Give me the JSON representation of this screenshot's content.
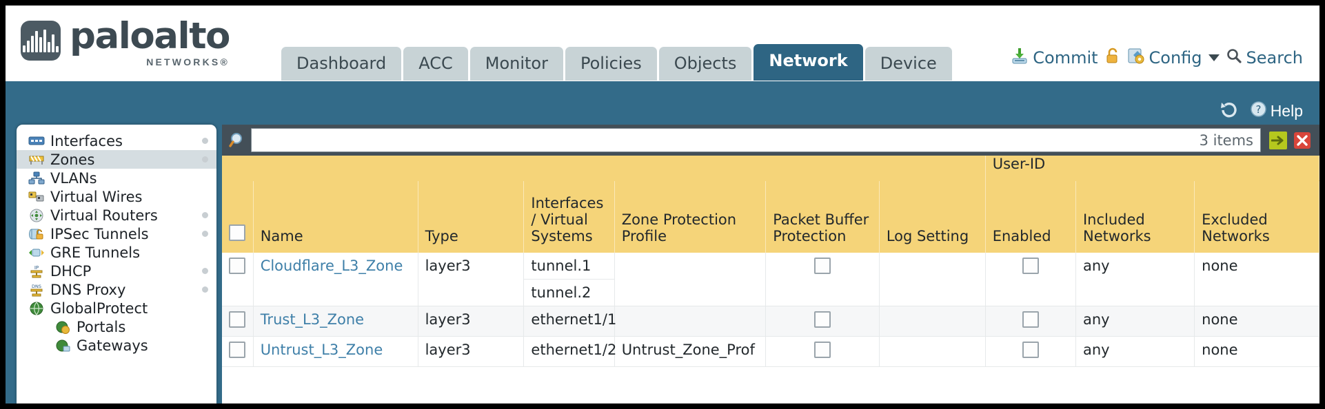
{
  "brand": {
    "name": "paloalto",
    "tagline": "NETWORKS®",
    "logo_icon": "paloalto-waveform-logo"
  },
  "nav": {
    "tabs": [
      {
        "label": "Dashboard",
        "active": false
      },
      {
        "label": "ACC",
        "active": false
      },
      {
        "label": "Monitor",
        "active": false
      },
      {
        "label": "Policies",
        "active": false
      },
      {
        "label": "Objects",
        "active": false
      },
      {
        "label": "Network",
        "active": true
      },
      {
        "label": "Device",
        "active": false
      }
    ]
  },
  "top_actions": {
    "commit": {
      "label": "Commit",
      "icon": "commit-save-icon"
    },
    "lock": {
      "icon": "padlock-icon"
    },
    "config": {
      "label": "Config",
      "icon": "config-wrench-icon",
      "caret": "chevron-down-icon"
    },
    "search": {
      "label": "Search",
      "icon": "search-magnifier-icon"
    }
  },
  "subbar": {
    "refresh_icon": "refresh-icon",
    "help": {
      "label": "Help",
      "icon": "help-question-icon"
    }
  },
  "sidebar": {
    "items": [
      {
        "label": "Interfaces",
        "icon": "interfaces-icon",
        "dot": true,
        "selected": false,
        "child": false
      },
      {
        "label": "Zones",
        "icon": "zones-icon",
        "dot": true,
        "selected": true,
        "child": false
      },
      {
        "label": "VLANs",
        "icon": "vlans-icon",
        "dot": false,
        "selected": false,
        "child": false
      },
      {
        "label": "Virtual Wires",
        "icon": "virtual-wires-icon",
        "dot": false,
        "selected": false,
        "child": false
      },
      {
        "label": "Virtual Routers",
        "icon": "virtual-routers-icon",
        "dot": true,
        "selected": false,
        "child": false
      },
      {
        "label": "IPSec Tunnels",
        "icon": "ipsec-tunnels-icon",
        "dot": true,
        "selected": false,
        "child": false
      },
      {
        "label": "GRE Tunnels",
        "icon": "gre-tunnels-icon",
        "dot": false,
        "selected": false,
        "child": false
      },
      {
        "label": "DHCP",
        "icon": "dhcp-icon",
        "dot": true,
        "selected": false,
        "child": false
      },
      {
        "label": "DNS Proxy",
        "icon": "dns-proxy-icon",
        "dot": true,
        "selected": false,
        "child": false
      },
      {
        "label": "GlobalProtect",
        "icon": "globalprotect-icon",
        "dot": false,
        "selected": false,
        "child": false,
        "expandable": true
      },
      {
        "label": "Portals",
        "icon": "portals-icon",
        "dot": false,
        "selected": false,
        "child": true
      },
      {
        "label": "Gateways",
        "icon": "gateways-icon",
        "dot": false,
        "selected": false,
        "child": true
      }
    ]
  },
  "search": {
    "icon": "search-magnifier-icon",
    "value": "",
    "placeholder": "",
    "item_count": "3 items",
    "apply_icon": "apply-arrow-icon",
    "clear_icon": "clear-x-icon"
  },
  "table": {
    "group_header": "User-ID",
    "columns": [
      "Name",
      "Type",
      "Interfaces / Virtual Systems",
      "Zone Protection Profile",
      "Packet Buffer Protection",
      "Log Setting",
      "Enabled",
      "Included Networks",
      "Excluded Networks"
    ],
    "select_all_checkbox": false,
    "rows": [
      {
        "checkbox": false,
        "name": "Cloudflare_L3_Zone",
        "type": "layer3",
        "interfaces": [
          "tunnel.1",
          "tunnel.2"
        ],
        "zone_protection_profile": "",
        "packet_buffer_protection": false,
        "log_setting": "",
        "userid_enabled": false,
        "included_networks": "any",
        "excluded_networks": "none"
      },
      {
        "checkbox": false,
        "name": "Trust_L3_Zone",
        "type": "layer3",
        "interfaces": [
          "ethernet1/1"
        ],
        "zone_protection_profile": "",
        "packet_buffer_protection": false,
        "log_setting": "",
        "userid_enabled": false,
        "included_networks": "any",
        "excluded_networks": "none"
      },
      {
        "checkbox": false,
        "name": "Untrust_L3_Zone",
        "type": "layer3",
        "interfaces": [
          "ethernet1/2"
        ],
        "zone_protection_profile": "Untrust_Zone_Prof",
        "packet_buffer_protection": false,
        "log_setting": "",
        "userid_enabled": false,
        "included_networks": "any",
        "excluded_networks": "none"
      }
    ]
  },
  "colors": {
    "brand_blue": "#336b89",
    "active_tab": "#2e6583",
    "tab_grey": "#c8d3d6",
    "header_amber": "#f5d479",
    "group_amber": "#e3ad38",
    "link_blue": "#3e7fa8",
    "search_bar": "#434f58"
  }
}
